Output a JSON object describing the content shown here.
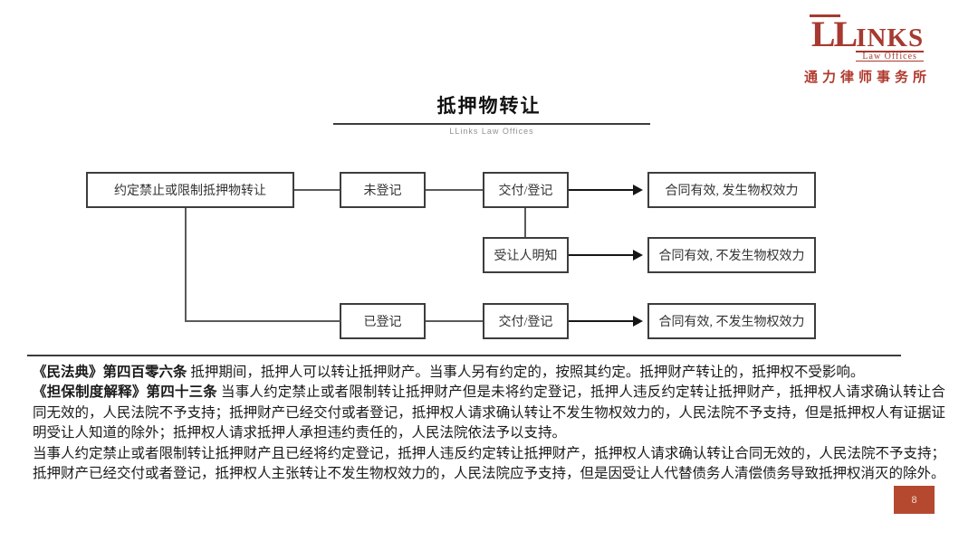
{
  "logo": {
    "name_ll": "LL",
    "name_inks": "INKS",
    "subtext": "Law Offices",
    "chinese": "通力律师事务所",
    "brand_color": "#a63a30"
  },
  "header": {
    "title": "抵押物转让",
    "subtitle": "LLinks Law Offices"
  },
  "flowchart": {
    "nodes": [
      {
        "id": "condition",
        "label": "约定禁止或限制抵押物转让"
      },
      {
        "id": "not-registered",
        "label": "未登记"
      },
      {
        "id": "delivery-reg-1",
        "label": "交付/登记"
      },
      {
        "id": "result-1",
        "label": "合同有效, 发生物权效力"
      },
      {
        "id": "transferee-knows",
        "label": "受让人明知"
      },
      {
        "id": "result-2",
        "label": "合同有效, 不发生物权效力"
      },
      {
        "id": "registered",
        "label": "已登记"
      },
      {
        "id": "delivery-reg-2",
        "label": "交付/登记"
      },
      {
        "id": "result-3",
        "label": "合同有效, 不发生物权效力"
      }
    ]
  },
  "body": {
    "para1_head": "《民法典》第四百零六条",
    "para1_text": "抵押期间，抵押人可以转让抵押财产。当事人另有约定的，按照其约定。抵押财产转让的，抵押权不受影响。",
    "para2_head": "《担保制度解释》第四十三条",
    "para2_text": "当事人约定禁止或者限制转让抵押财产但是未将约定登记，抵押人违反约定转让抵押财产，抵押权人请求确认转让合同无效的，人民法院不予支持；抵押财产已经交付或者登记，抵押权人请求确认转让不发生物权效力的，人民法院不予支持，但是抵押权人有证据证明受让人知道的除外；抵押权人请求抵押人承担违约责任的，人民法院依法予以支持。",
    "para3_text": "当事人约定禁止或者限制转让抵押财产且已经将约定登记，抵押人违反约定转让抵押财产，抵押权人请求确认转让合同无效的，人民法院不予支持；抵押财产已经交付或者登记，抵押权人主张转让不发生物权效力的，人民法院应予支持，但是因受让人代替债务人清偿债务导致抵押权消灭的除外。"
  },
  "footer": {
    "page_number": "8",
    "page_box_color": "#b5492f"
  }
}
